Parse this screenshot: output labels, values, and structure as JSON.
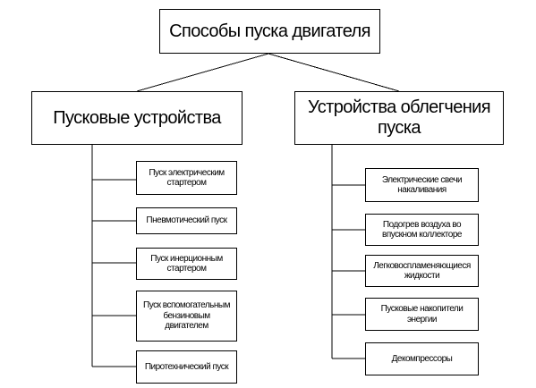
{
  "root": {
    "label": "Способы пуска двигателя"
  },
  "branches": [
    {
      "label": "Пусковые устройства",
      "leaves": [
        "Пуск электрическим стартером",
        "Пневмотический пуск",
        "Пуск инерционным стартером",
        "Пуск вспомогательным бензиновым двигателем",
        "Пиротехнический пуск"
      ]
    },
    {
      "label": "Устройства облегчения пуска",
      "leaves": [
        "Электрические свечи накаливания",
        "Подогрев воздуха во впускном коллекторе",
        "Легковоспламеняющиеся жидкости",
        "Пусковые накопители энергии",
        "Декомпрессоры"
      ]
    }
  ]
}
